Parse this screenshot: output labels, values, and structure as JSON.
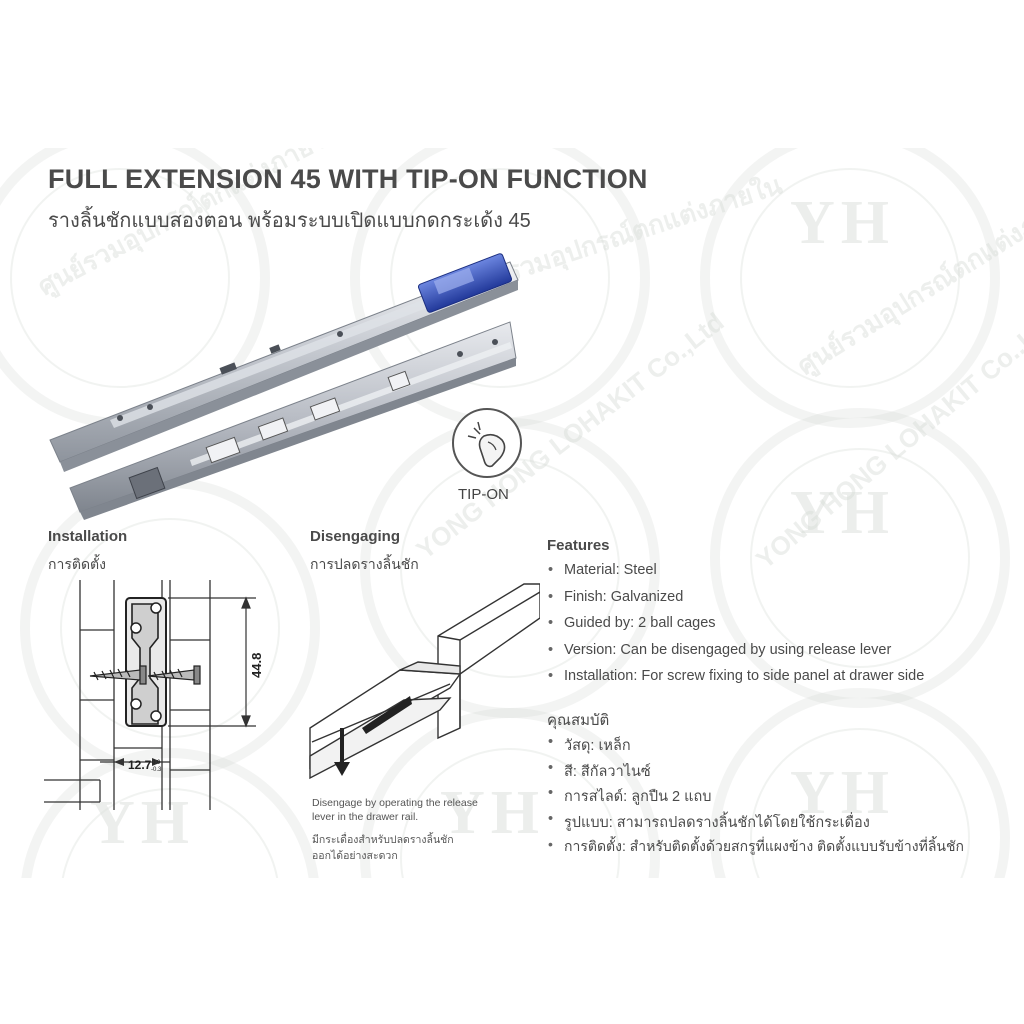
{
  "header": {
    "title": "FULL EXTENSION 45 WITH TIP-ON FUNCTION",
    "subtitle": "รางลิ้นชักแบบสองตอน พร้อมระบบเปิดแบบกดกระเด้ง 45"
  },
  "watermark": {
    "logo": "YH",
    "brand": "YONG HONG",
    "company": "YONG HONG LOHAKIT Co.,Ltd",
    "thai": "ศูนย์รวมอุปกรณ์ตกแต่งภายใน"
  },
  "tipon": {
    "label": "TIP-ON"
  },
  "installation": {
    "title": "Installation",
    "title_th": "การติดตั้ง",
    "height_dim": "44.8",
    "width_dim": "12.7",
    "tol_plus": "0.0",
    "tol_minus": "-0.3"
  },
  "disengaging": {
    "title": "Disengaging",
    "title_th": "การปลดรางลิ้นชัก",
    "caption_en_1": "Disengage by operating the release",
    "caption_en_2": "lever in the drawer rail.",
    "caption_th_1": "มีกระเดื่องสำหรับปลดรางลิ้นชัก",
    "caption_th_2": "ออกได้อย่างสะดวก"
  },
  "features": {
    "title": "Features",
    "items": [
      "Material: Steel",
      "Finish: Galvanized",
      "Guided by: 2 ball cages",
      "Version: Can be disengaged by using release lever",
      "Installation: For screw fixing to side panel at drawer side"
    ],
    "title_th": "คุณสมบัติ",
    "items_th": [
      "วัสดุ: เหล็ก",
      "สี: สีกัลวาไนซ์",
      "การสไลด์: ลูกปืน 2 แถบ",
      "รูปแบบ: สามารถปลดรางลิ้นชักได้โดยใช้กระเดื่อง",
      "การติดตั้ง: สำหรับติดตั้งด้วยสกรูที่แผงข้าง ติดตั้งแบบรับข้างที่ลิ้นชัก"
    ]
  },
  "colors": {
    "text": "#4a4a4a",
    "rail_blue": "#2f4fb5",
    "steel": "#c9ccd2"
  }
}
